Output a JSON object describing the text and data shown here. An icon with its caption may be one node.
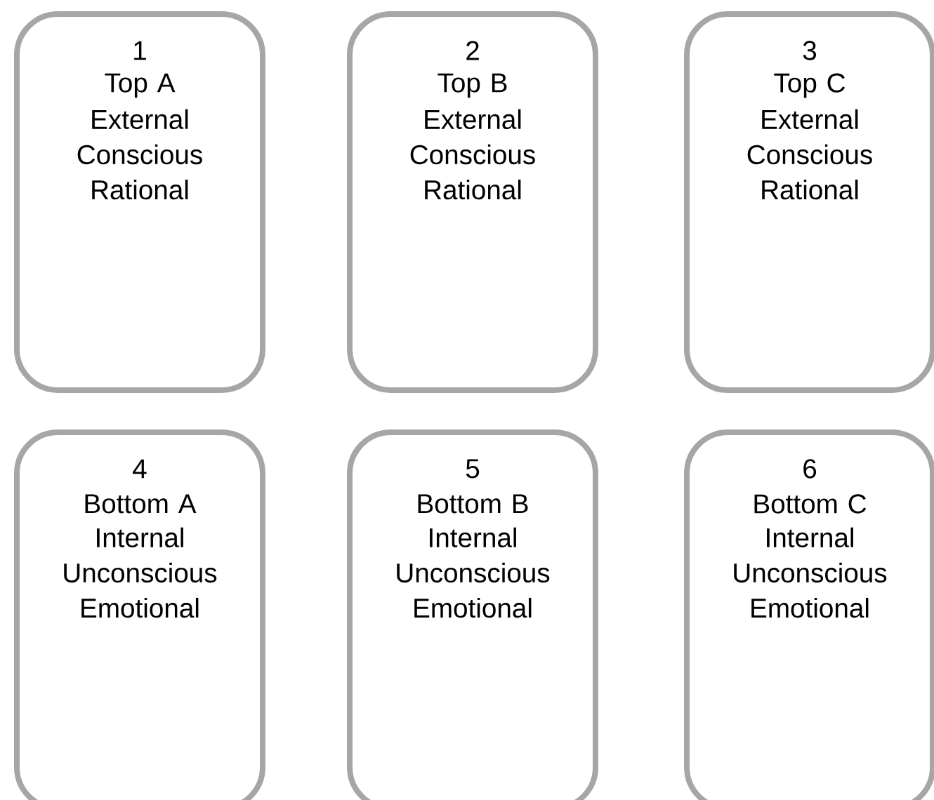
{
  "diagram": {
    "nodes": [
      {
        "text": [
          "1",
          "Top A",
          "External Conscious Rational"
        ]
      },
      {
        "text": [
          "2",
          "Top B",
          "External Conscious Rational"
        ]
      },
      {
        "text": [
          "3",
          "Top C",
          "External Conscious Rational"
        ]
      },
      {
        "text": [
          "4",
          "Bottom A",
          "Internal Unconscious Emotional"
        ]
      },
      {
        "text": [
          "5",
          "Bottom B",
          "Internal Unconscious Emotional"
        ]
      },
      {
        "text": [
          "6",
          "Bottom C",
          "Internal Unconscious Emotional"
        ]
      }
    ]
  }
}
